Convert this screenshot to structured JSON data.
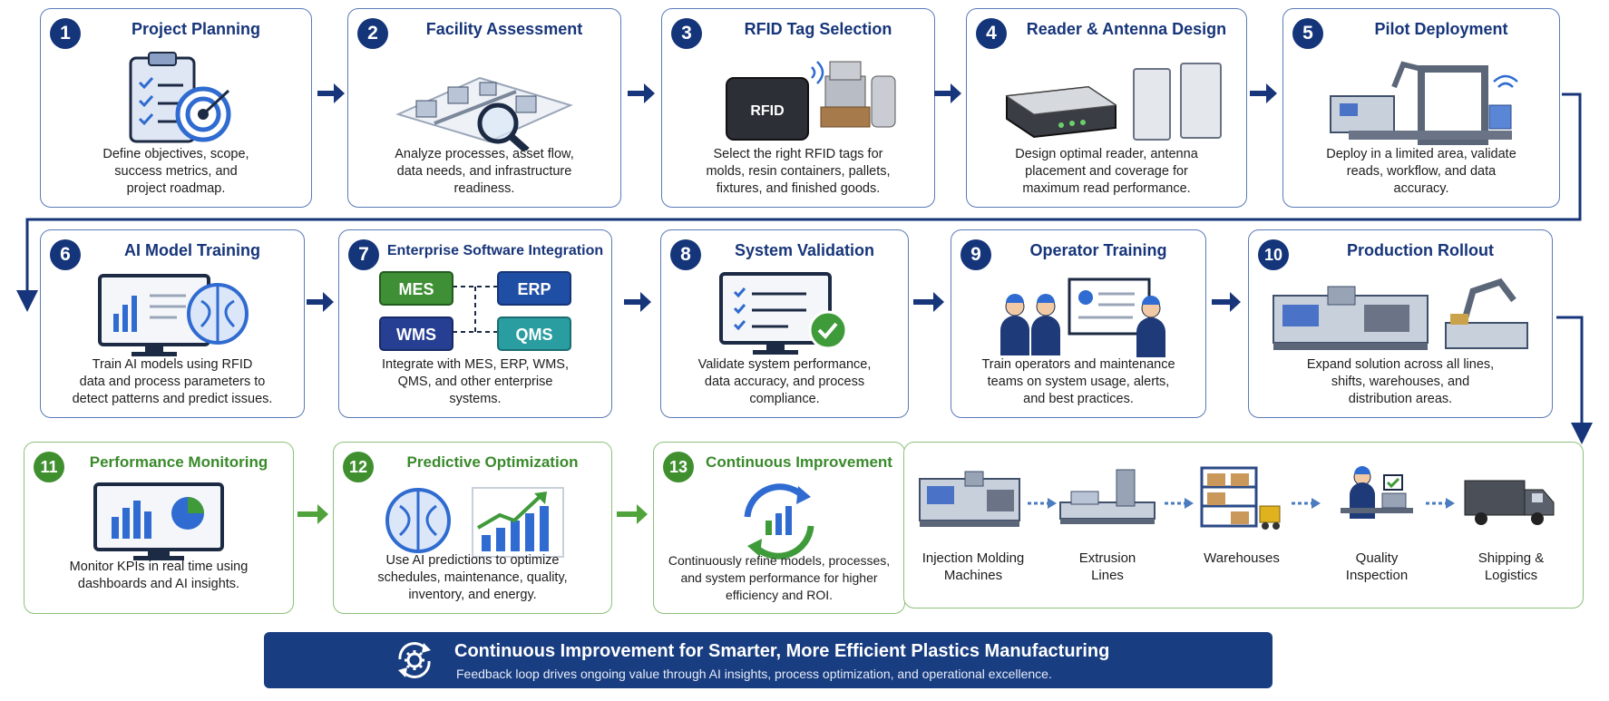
{
  "steps": [
    {
      "num": "1",
      "title": "Project Planning",
      "desc": [
        "Define objectives, scope,",
        "success metrics, and",
        "project roadmap."
      ],
      "illus": "clipboard-target-icon"
    },
    {
      "num": "2",
      "title": "Facility Assessment",
      "desc": [
        "Analyze processes, asset flow,",
        "data needs, and infrastructure",
        "readiness."
      ],
      "illus": "factory-magnifier-icon"
    },
    {
      "num": "3",
      "title": "RFID Tag Selection",
      "desc": [
        "Select the right RFID tags for",
        "molds, resin containers, pallets,",
        "fixtures, and finished goods."
      ],
      "illus": "rfid-tag-icon",
      "tag_label": "RFID"
    },
    {
      "num": "4",
      "title": "Reader & Antenna Design",
      "desc": [
        "Design optimal reader, antenna",
        "placement and coverage for",
        "maximum read performance."
      ],
      "illus": "reader-antenna-icon"
    },
    {
      "num": "5",
      "title": "Pilot Deployment",
      "desc": [
        "Deploy in a limited area, validate",
        "reads, workflow, and data",
        "accuracy."
      ],
      "illus": "pilot-portal-icon"
    },
    {
      "num": "6",
      "title": "AI Model Training",
      "desc": [
        "Train AI models using RFID",
        "data and process parameters to",
        "detect patterns and predict issues."
      ],
      "illus": "monitor-brain-icon"
    },
    {
      "num": "7",
      "title": "Enterprise Software Integration",
      "desc": [
        "Integrate with MES, ERP, WMS,",
        "QMS, and other enterprise",
        "systems."
      ],
      "illus": "integration-blocks-icon",
      "blocks": [
        "MES",
        "ERP",
        "WMS",
        "QMS"
      ]
    },
    {
      "num": "8",
      "title": "System Validation",
      "desc": [
        "Validate system performance,",
        "data accuracy, and process",
        "compliance."
      ],
      "illus": "checklist-monitor-icon"
    },
    {
      "num": "9",
      "title": "Operator Training",
      "desc": [
        "Train operators and maintenance",
        "teams on system usage, alerts,",
        "and best practices."
      ],
      "illus": "operators-board-icon"
    },
    {
      "num": "10",
      "title": "Production Rollout",
      "desc": [
        "Expand solution across all lines,",
        "shifts, warehouses, and",
        "distribution areas."
      ],
      "illus": "production-machines-icon"
    },
    {
      "num": "11",
      "title": "Performance Monitoring",
      "desc": [
        "Monitor KPIs in real time using",
        "dashboards and AI insights."
      ],
      "illus": "dashboard-monitor-icon"
    },
    {
      "num": "12",
      "title": "Predictive Optimization",
      "desc": [
        "Use AI predictions to optimize",
        "schedules, maintenance, quality,",
        "inventory, and energy."
      ],
      "illus": "brain-growth-chart-icon"
    },
    {
      "num": "13",
      "title": "Continuous Improvement",
      "desc": [
        "Continuously refine models, processes,",
        "and system performance for higher",
        "efficiency and ROI."
      ],
      "illus": "cycle-chart-icon"
    }
  ],
  "flow_stages": [
    {
      "label": [
        "Injection Molding",
        "Machines"
      ],
      "icon": "injection-molding-icon"
    },
    {
      "label": [
        "Extrusion",
        "Lines"
      ],
      "icon": "extrusion-line-icon"
    },
    {
      "label": [
        "Warehouses"
      ],
      "icon": "warehouse-rack-icon"
    },
    {
      "label": [
        "Quality",
        "Inspection"
      ],
      "icon": "quality-inspector-icon"
    },
    {
      "label": [
        "Shipping &",
        "Logistics"
      ],
      "icon": "truck-icon"
    }
  ],
  "banner": {
    "title": "Continuous Improvement for Smarter, More Efficient Plastics Manufacturing",
    "subtitle": "Feedback loop drives ongoing value through AI insights, process optimization, and operational excellence.",
    "icon": "gear-cycle-icon"
  },
  "colors": {
    "navy": "#17357a",
    "green": "#3f8f2f",
    "banner": "#183d80"
  }
}
